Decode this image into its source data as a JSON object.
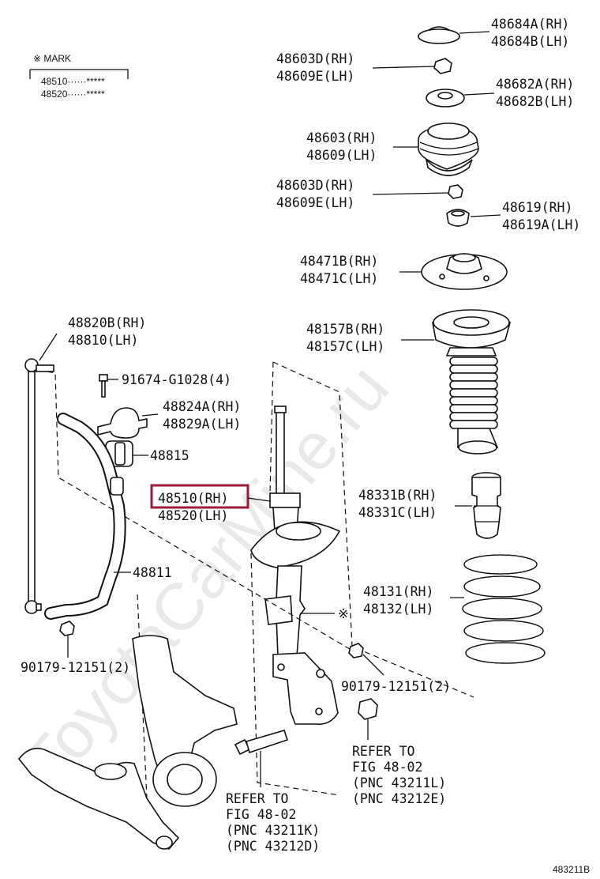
{
  "watermark": "ToyotaCarMine.ru",
  "mark_legend": {
    "title": "※ MARK",
    "rows": [
      "48510······*****",
      "48520······*****"
    ]
  },
  "labels": {
    "p48684": [
      "48684A(RH)",
      "48684B(LH)"
    ],
    "p48603d_top": [
      "48603D(RH)",
      "48609E(LH)"
    ],
    "p48682": [
      "48682A(RH)",
      "48682B(LH)"
    ],
    "p48603": [
      "48603(RH)",
      "48609(LH)"
    ],
    "p48603d_mid": [
      "48603D(RH)",
      "48609E(LH)"
    ],
    "p48619": [
      "48619(RH)",
      "48619A(LH)"
    ],
    "p48471": [
      "48471B(RH)",
      "48471C(LH)"
    ],
    "p48157": [
      "48157B(RH)",
      "48157C(LH)"
    ],
    "p48820": [
      "48820B(RH)",
      "48810(LH)"
    ],
    "p91674": "91674-G1028(4)",
    "p48824": [
      "48824A(RH)",
      "48829A(LH)"
    ],
    "p48815": "48815",
    "p48510": [
      "48510(RH)",
      "48520(LH)"
    ],
    "p48331": [
      "48331B(RH)",
      "48331C(LH)"
    ],
    "p48811": "48811",
    "p48131": [
      "48131(RH)",
      "48132(LH)"
    ],
    "mark_symbol": "※",
    "p90179_left": "90179-12151(2)",
    "p90179_right": "90179-12151(2)",
    "refer_right": [
      "REFER TO",
      "FIG 48-02",
      "(PNC 43211L)",
      "(PNC 43212E)"
    ],
    "refer_left": [
      "REFER TO",
      "FIG 48-02",
      "(PNC 43211K)",
      "(PNC 43212D)"
    ],
    "figure_id": "483211B"
  },
  "highlight_color": "#9b1b3a"
}
